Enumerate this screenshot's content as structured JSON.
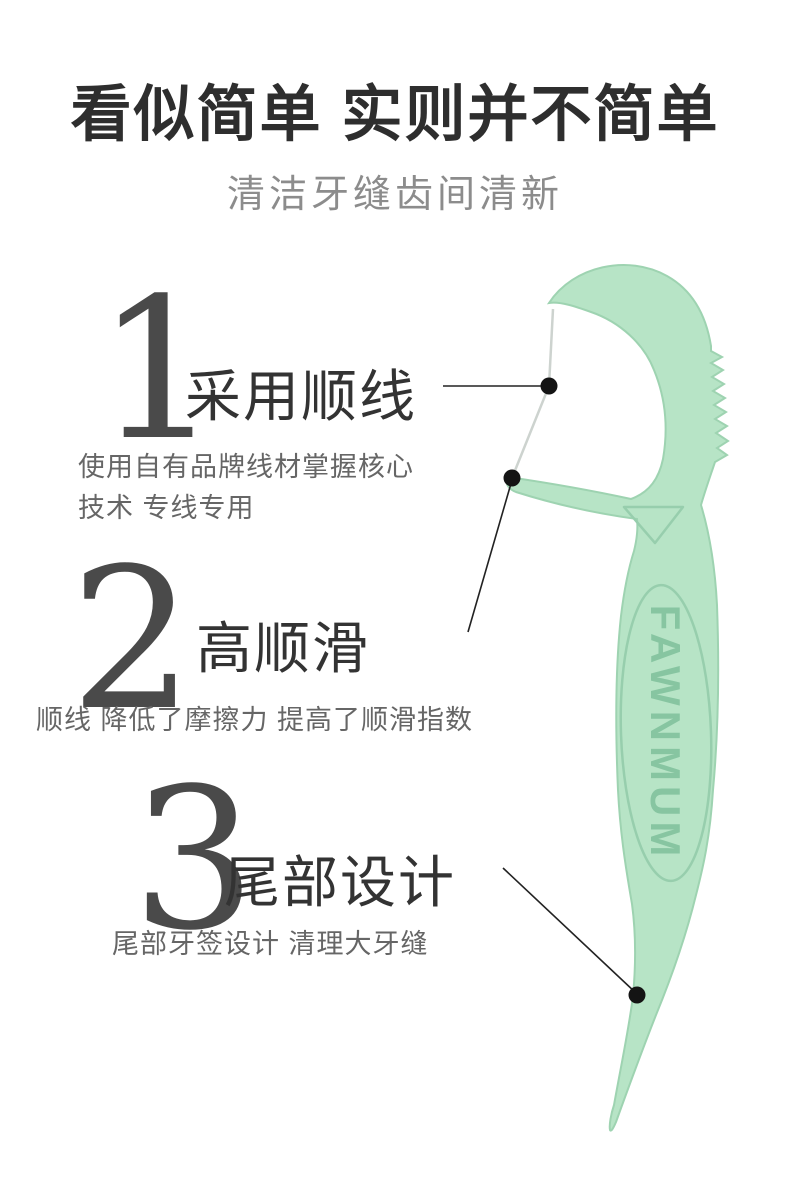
{
  "header": {
    "title": "看似简单 实则并不简单",
    "subtitle": "清洁牙缝齿间清新"
  },
  "features": [
    {
      "number": "1",
      "title": "采用顺线",
      "description": "使用自有品牌线材掌握核心\n技术 专线专用"
    },
    {
      "number": "2",
      "title": "高顺滑",
      "description": "顺线 降低了摩擦力 提高了顺滑指数"
    },
    {
      "number": "3",
      "title": "尾部设计",
      "description": "尾部牙签设计 清理大牙缝"
    }
  ],
  "product": {
    "brand": "FAWNMUM",
    "body_color": "#b7e4c6",
    "edge_color": "#9ed3b1",
    "brand_color": "#87c5a1",
    "floss_color": "#cdd3cf"
  },
  "callouts": {
    "dot_color": "#141414"
  }
}
